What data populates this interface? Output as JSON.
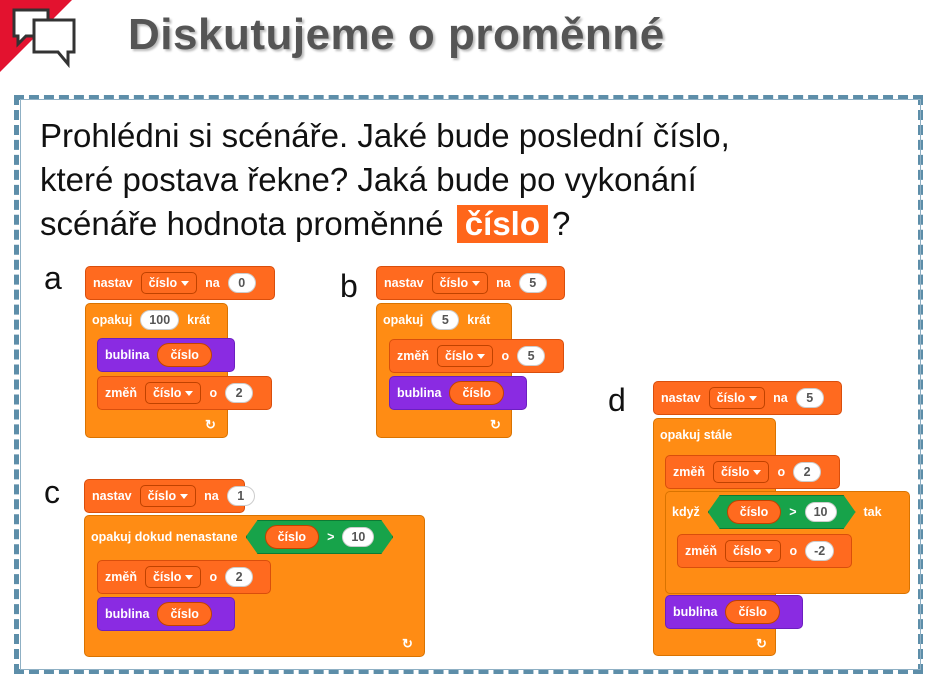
{
  "title": "Diskutujeme o proměnné",
  "question": {
    "line1": "Prohlédni si scénáře. Jaké bude poslední číslo,",
    "line2": "které postava řekne? Jaká bude po vykonání",
    "line3a": "scénáře hodnota proměnné",
    "var": "číslo",
    "line3b": "?"
  },
  "labels": {
    "a": "a",
    "b": "b",
    "c": "c",
    "d": "d"
  },
  "kw": {
    "set": "nastav",
    "to": "na",
    "repeat": "opakuj",
    "times": "krát",
    "say": "bublina",
    "change": "změň",
    "by": "o",
    "repeat_until": "opakuj dokud nenastane",
    "forever": "opakuj stále",
    "if": "když",
    "then": "tak",
    "gt": ">",
    "turn": "↻",
    "var": "číslo"
  },
  "a": {
    "set": "0",
    "repeat": "100",
    "change": "2"
  },
  "b": {
    "set": "5",
    "repeat": "5",
    "change": "5"
  },
  "c": {
    "set": "1",
    "until": "10",
    "change": "2"
  },
  "d": {
    "set": "5",
    "change1": "2",
    "cond": "10",
    "change2": "-2"
  },
  "colors": {
    "events": "#ff6a1f",
    "control": "#ff8c14",
    "looks": "#8a2be2",
    "operators": "#17a34a",
    "accent": "#e3122f",
    "frame": "#5d8ea9"
  }
}
